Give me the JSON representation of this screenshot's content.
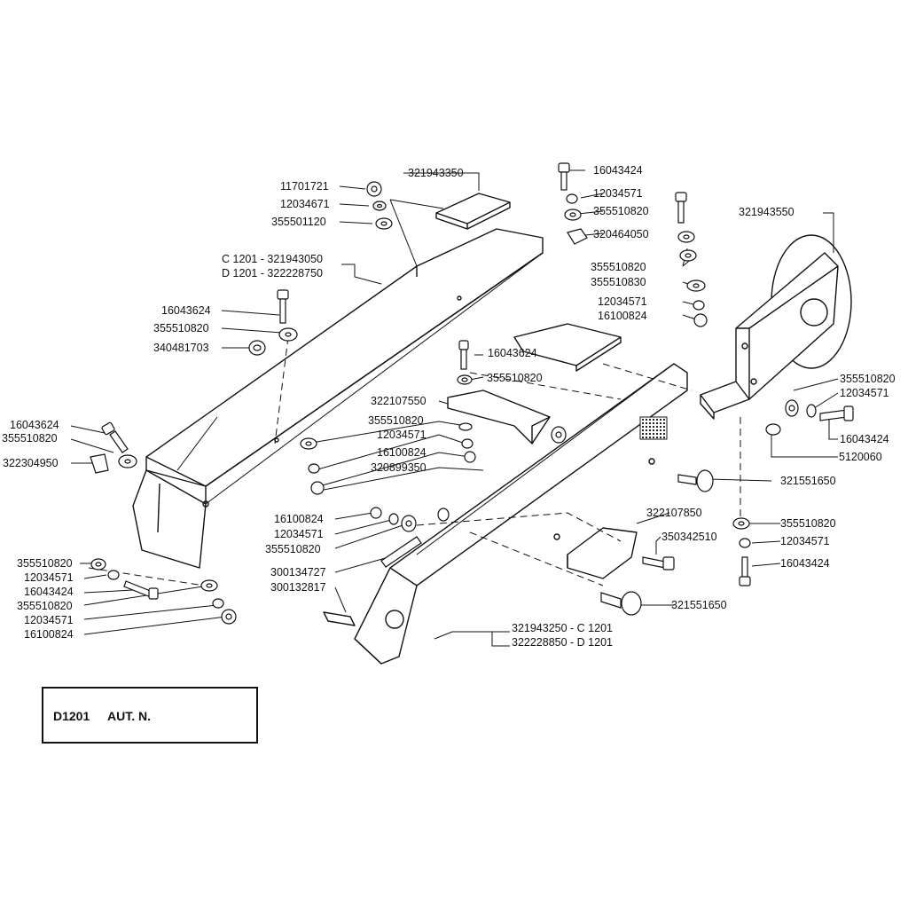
{
  "caption": {
    "model": "D1201",
    "note": "AUT. N."
  },
  "labels": {
    "p11701721": "11701721",
    "p12034671": "12034671",
    "p355501120": "355501120",
    "p321943350": "321943350",
    "c_main": "C 1201 - 321943050",
    "d_main": "D 1201 - 322228750",
    "l_16043624_a": "16043624",
    "l_355510820_a": "355510820",
    "l_340481703": "340481703",
    "l_16043624_b": "16043624",
    "l_355510820_b": "355510820",
    "l_322304950": "322304950",
    "l_355510820_c": "355510820",
    "l_12034571_c": "12034571",
    "l_16043424_c": "16043424",
    "l_355510820_d": "355510820",
    "l_12034571_d": "12034571",
    "l_16100824_d": "16100824",
    "r_16043424_a": "16043424",
    "r_12034571_a": "12034571",
    "r_355510820_a": "355510820",
    "r_320464050": "320464050",
    "r_321943550": "321943550",
    "r_355510820_b": "355510820",
    "r_355510830": "355510830",
    "r_12034571_b": "12034571",
    "r_16100824_b": "16100824",
    "m_16043624": "16043624",
    "m_355510820": "355510820",
    "m_322107550": "322107550",
    "m_355510820_b": "355510820",
    "m_12034571": "12034571",
    "m_16100824": "16100824",
    "m_320899350": "320899350",
    "r_355510820_c": "355510820",
    "r_12034571_c": "12034571",
    "r_16043424_c": "16043424",
    "r_5120060": "5120060",
    "r_321551650_a": "321551650",
    "b_16100824": "16100824",
    "b_12034571": "12034571",
    "b_355510820": "355510820",
    "b_300134727": "300134727",
    "b_300132817": "300132817",
    "b_322107850": "322107850",
    "b_350342510": "350342510",
    "r_355510820_d": "355510820",
    "r_12034571_d": "12034571",
    "r_16043424_d": "16043424",
    "b_321551650": "321551650",
    "c_bottom": "321943250 - C 1201",
    "d_bottom": "322228850 - D 1201"
  }
}
